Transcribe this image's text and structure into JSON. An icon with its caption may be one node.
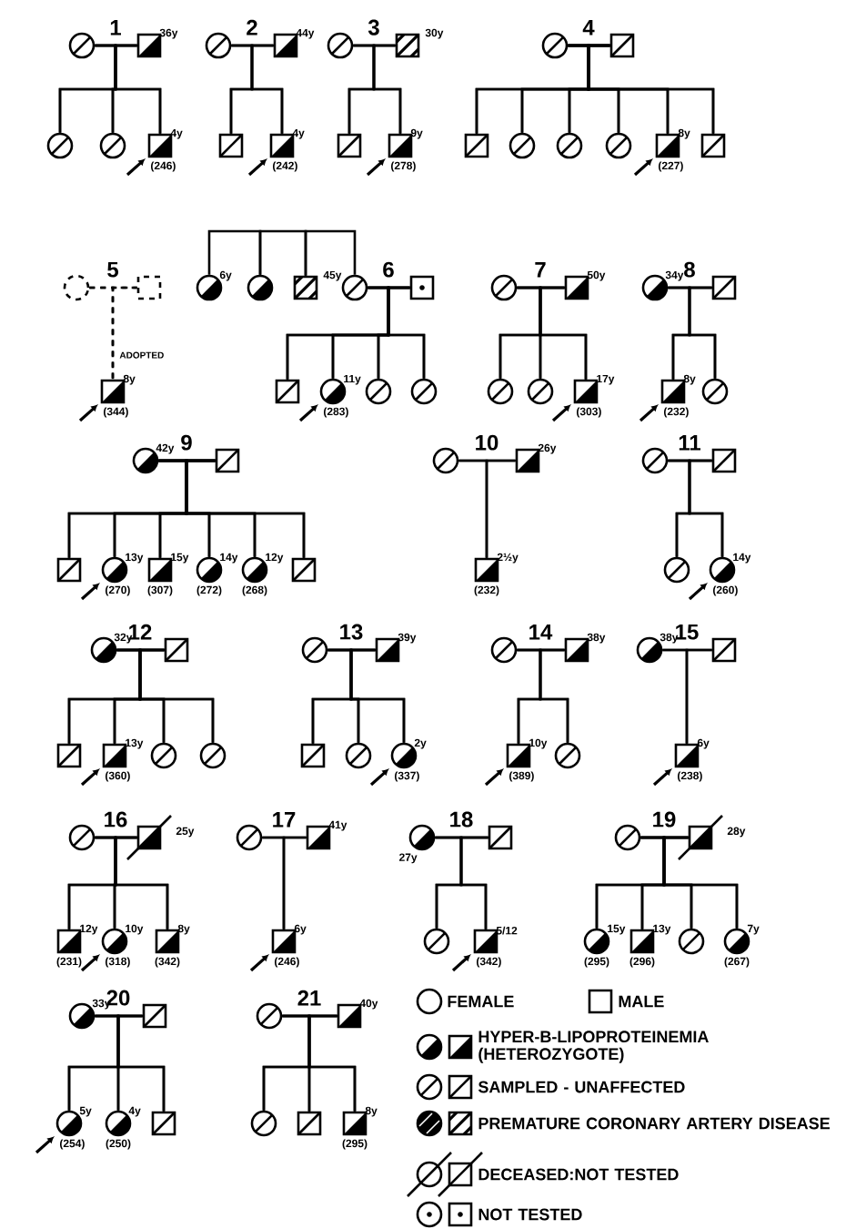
{
  "diagram": {
    "nodes": [
      {
        "text": [],
        "shape": "circle"
      },
      {
        "text": [],
        "shape": "box",
        "beside": [
          "36y"
        ]
      },
      {
        "text": [],
        "shape": "circle"
      },
      {
        "text": [],
        "shape": "circle"
      },
      {
        "text": [],
        "shape": "box",
        "beside": [
          "4y",
          "(246)"
        ]
      },
      {
        "text": [],
        "shape": "circle"
      },
      {
        "text": [],
        "shape": "box",
        "beside": [
          "44y"
        ]
      },
      {
        "text": [],
        "shape": "box"
      },
      {
        "text": [],
        "shape": "box",
        "beside": [
          "4y",
          "(242)"
        ]
      },
      {
        "text": [],
        "shape": "circle"
      },
      {
        "text": [],
        "shape": "box",
        "beside": [
          "30y"
        ]
      },
      {
        "text": [],
        "shape": "box"
      },
      {
        "text": [],
        "shape": "box",
        "beside": [
          "9y",
          "(278)"
        ]
      },
      {
        "text": [],
        "shape": "circle"
      },
      {
        "text": [],
        "shape": "box"
      },
      {
        "text": [],
        "shape": "box"
      },
      {
        "text": [],
        "shape": "circle"
      },
      {
        "text": [],
        "shape": "circle"
      },
      {
        "text": [],
        "shape": "circle"
      },
      {
        "text": [],
        "shape": "box",
        "beside": [
          "8y",
          "(227)"
        ]
      },
      {
        "text": [],
        "shape": "box"
      },
      {
        "text": [],
        "shape": "circle"
      },
      {
        "text": [],
        "shape": "box"
      },
      {
        "text": [],
        "shape": "box",
        "beside": [
          "8y",
          "(344)"
        ]
      },
      {
        "text": [],
        "shape": "circle",
        "beside": [
          "6y"
        ]
      },
      {
        "text": [],
        "shape": "circle"
      },
      {
        "text": [],
        "shape": "box",
        "beside": [
          "45y"
        ]
      },
      {
        "text": [],
        "shape": "circle"
      },
      {
        "text": [],
        "shape": "box"
      },
      {
        "text": [],
        "shape": "box"
      },
      {
        "text": [],
        "shape": "circle",
        "beside": [
          "11y",
          "(283)"
        ]
      },
      {
        "text": [],
        "shape": "circle"
      },
      {
        "text": [],
        "shape": "circle"
      },
      {
        "text": [],
        "shape": "circle"
      },
      {
        "text": [],
        "shape": "box",
        "beside": [
          "50y"
        ]
      },
      {
        "text": [],
        "shape": "circle"
      },
      {
        "text": [],
        "shape": "circle"
      },
      {
        "text": [],
        "shape": "box",
        "beside": [
          "17y",
          "(303)"
        ]
      },
      {
        "text": [],
        "shape": "circle",
        "beside": [
          "34y"
        ]
      },
      {
        "text": [],
        "shape": "box"
      },
      {
        "text": [],
        "shape": "box",
        "beside": [
          "8y",
          "(232)"
        ]
      },
      {
        "text": [],
        "shape": "circle"
      },
      {
        "text": [],
        "shape": "circle",
        "beside": [
          "42y"
        ]
      },
      {
        "text": [],
        "shape": "box"
      },
      {
        "text": [],
        "shape": "box"
      },
      {
        "text": [],
        "shape": "circle",
        "beside": [
          "13y",
          "(270)"
        ]
      },
      {
        "text": [],
        "shape": "box",
        "beside": [
          "15y",
          "(307)"
        ]
      },
      {
        "text": [],
        "shape": "circle",
        "beside": [
          "14y",
          "(272)"
        ]
      },
      {
        "text": [],
        "shape": "circle",
        "beside": [
          "12y",
          "(268)"
        ]
      },
      {
        "text": [],
        "shape": "box"
      },
      {
        "text": [],
        "shape": "circle"
      },
      {
        "text": [],
        "shape": "box",
        "beside": [
          "26y"
        ]
      },
      {
        "text": [],
        "shape": "box",
        "beside": [
          "2½y",
          "(232)"
        ]
      },
      {
        "text": [],
        "shape": "circle"
      },
      {
        "text": [],
        "shape": "box"
      },
      {
        "text": [],
        "shape": "circle"
      },
      {
        "text": [],
        "shape": "circle",
        "beside": [
          "14y",
          "(260)"
        ]
      },
      {
        "text": [],
        "shape": "circle",
        "beside": [
          "32y"
        ]
      },
      {
        "text": [],
        "shape": "box"
      },
      {
        "text": [],
        "shape": "box"
      },
      {
        "text": [],
        "shape": "box",
        "beside": [
          "13y",
          "(360)"
        ]
      },
      {
        "text": [],
        "shape": "circle"
      },
      {
        "text": [],
        "shape": "circle"
      },
      {
        "text": [],
        "shape": "circle"
      },
      {
        "text": [],
        "shape": "box",
        "beside": [
          "39y"
        ]
      },
      {
        "text": [],
        "shape": "box"
      },
      {
        "text": [],
        "shape": "circle"
      },
      {
        "text": [],
        "shape": "circle",
        "beside": [
          "2y",
          "(337)"
        ]
      },
      {
        "text": [],
        "shape": "circle"
      },
      {
        "text": [],
        "shape": "box",
        "beside": [
          "38y"
        ]
      },
      {
        "text": [],
        "shape": "box",
        "beside": [
          "10y",
          "(389)"
        ]
      },
      {
        "text": [],
        "shape": "circle"
      },
      {
        "text": [],
        "shape": "circle",
        "beside": [
          "38y"
        ]
      },
      {
        "text": [],
        "shape": "box"
      },
      {
        "text": [],
        "shape": "box",
        "beside": [
          "6y",
          "(238)"
        ]
      },
      {
        "text": [],
        "shape": "circle"
      },
      {
        "text": [],
        "shape": "box",
        "beside": [
          "25y"
        ]
      },
      {
        "text": [],
        "shape": "box",
        "beside": [
          "12y",
          "(231)"
        ]
      },
      {
        "text": [],
        "shape": "circle",
        "beside": [
          "10y",
          "(318)"
        ]
      },
      {
        "text": [],
        "shape": "box",
        "beside": [
          "8y",
          "(342)"
        ]
      },
      {
        "text": [],
        "shape": "circle"
      },
      {
        "text": [],
        "shape": "box",
        "beside": [
          "41y"
        ]
      },
      {
        "text": [],
        "shape": "box",
        "beside": [
          "6y",
          "(246)"
        ]
      },
      {
        "text": [],
        "shape": "circle",
        "beside": [
          "27y"
        ]
      },
      {
        "text": [],
        "shape": "box"
      },
      {
        "text": [],
        "shape": "circle"
      },
      {
        "text": [],
        "shape": "box",
        "beside": [
          "5/12",
          "(342)"
        ]
      },
      {
        "text": [],
        "shape": "circle"
      },
      {
        "text": [],
        "shape": "box",
        "beside": [
          "28y"
        ]
      },
      {
        "text": [],
        "shape": "circle",
        "beside": [
          "15y",
          "(295)"
        ]
      },
      {
        "text": [],
        "shape": "box",
        "beside": [
          "13y",
          "(296)"
        ]
      },
      {
        "text": [],
        "shape": "circle"
      },
      {
        "text": [],
        "shape": "circle",
        "beside": [
          "7y",
          "(267)"
        ]
      },
      {
        "text": [],
        "shape": "circle",
        "beside": [
          "33y"
        ]
      },
      {
        "text": [],
        "shape": "box"
      },
      {
        "text": [],
        "shape": "circle",
        "beside": [
          "5y",
          "(254)"
        ]
      },
      {
        "text": [],
        "shape": "circle",
        "beside": [
          "4y",
          "(250)"
        ]
      },
      {
        "text": [],
        "shape": "box"
      },
      {
        "text": [],
        "shape": "circle"
      },
      {
        "text": [],
        "shape": "box",
        "beside": [
          "40y"
        ]
      },
      {
        "text": [],
        "shape": "circle"
      },
      {
        "text": [],
        "shape": "box"
      },
      {
        "text": [],
        "shape": "box",
        "beside": [
          "8y",
          "(295)"
        ]
      }
    ],
    "edges": [
      {
        "from": 0,
        "to": 1,
        "arrow": "none"
      },
      {
        "from": 0,
        "to": 2,
        "arrow": "none"
      },
      {
        "from": 1,
        "to": 2,
        "arrow": "none"
      },
      {
        "from": 0,
        "to": 3,
        "arrow": "none"
      },
      {
        "from": 1,
        "to": 3,
        "arrow": "none"
      },
      {
        "from": 0,
        "to": 4,
        "arrow": "none"
      },
      {
        "from": 1,
        "to": 4,
        "arrow": "none"
      },
      {
        "from": 5,
        "to": 6,
        "arrow": "none"
      },
      {
        "from": 5,
        "to": 7,
        "arrow": "none"
      },
      {
        "from": 6,
        "to": 7,
        "arrow": "none"
      },
      {
        "from": 5,
        "to": 8,
        "arrow": "none"
      },
      {
        "from": 6,
        "to": 8,
        "arrow": "none"
      },
      {
        "from": 9,
        "to": 10,
        "arrow": "none"
      },
      {
        "from": 9,
        "to": 11,
        "arrow": "none"
      },
      {
        "from": 10,
        "to": 11,
        "arrow": "none"
      },
      {
        "from": 9,
        "to": 12,
        "arrow": "none"
      },
      {
        "from": 10,
        "to": 12,
        "arrow": "none"
      },
      {
        "from": 13,
        "to": 14,
        "arrow": "none"
      },
      {
        "from": 13,
        "to": 15,
        "arrow": "none"
      },
      {
        "from": 14,
        "to": 15,
        "arrow": "none"
      },
      {
        "from": 13,
        "to": 16,
        "arrow": "none"
      },
      {
        "from": 14,
        "to": 16,
        "arrow": "none"
      },
      {
        "from": 13,
        "to": 17,
        "arrow": "none"
      },
      {
        "from": 14,
        "to": 17,
        "arrow": "none"
      },
      {
        "from": 13,
        "to": 18,
        "arrow": "none"
      },
      {
        "from": 14,
        "to": 18,
        "arrow": "none"
      },
      {
        "from": 13,
        "to": 19,
        "arrow": "none"
      },
      {
        "from": 14,
        "to": 19,
        "arrow": "none"
      },
      {
        "from": 13,
        "to": 20,
        "arrow": "none"
      },
      {
        "from": 14,
        "to": 20,
        "arrow": "none"
      },
      {
        "from": 21,
        "to": 22,
        "arrow": "none",
        "style": "dashed"
      },
      {
        "from": 21,
        "to": 23,
        "arrow": "none",
        "style": "dashed",
        "label": "ADOPTED"
      },
      {
        "from": 22,
        "to": 23,
        "arrow": "none",
        "style": "dashed"
      },
      {
        "from": 24,
        "to": 25,
        "arrow": "none"
      },
      {
        "from": 25,
        "to": 26,
        "arrow": "none"
      },
      {
        "from": 26,
        "to": 27,
        "arrow": "none"
      },
      {
        "from": 27,
        "to": 28,
        "arrow": "none"
      },
      {
        "from": 27,
        "to": 29,
        "arrow": "none"
      },
      {
        "from": 28,
        "to": 29,
        "arrow": "none"
      },
      {
        "from": 27,
        "to": 30,
        "arrow": "none"
      },
      {
        "from": 28,
        "to": 30,
        "arrow": "none"
      },
      {
        "from": 27,
        "to": 31,
        "arrow": "none"
      },
      {
        "from": 28,
        "to": 31,
        "arrow": "none"
      },
      {
        "from": 27,
        "to": 32,
        "arrow": "none"
      },
      {
        "from": 28,
        "to": 32,
        "arrow": "none"
      },
      {
        "from": 33,
        "to": 34,
        "arrow": "none"
      },
      {
        "from": 33,
        "to": 35,
        "arrow": "none"
      },
      {
        "from": 34,
        "to": 35,
        "arrow": "none"
      },
      {
        "from": 33,
        "to": 36,
        "arrow": "none"
      },
      {
        "from": 34,
        "to": 36,
        "arrow": "none"
      },
      {
        "from": 33,
        "to": 37,
        "arrow": "none"
      },
      {
        "from": 34,
        "to": 37,
        "arrow": "none"
      },
      {
        "from": 38,
        "to": 39,
        "arrow": "none"
      },
      {
        "from": 38,
        "to": 40,
        "arrow": "none"
      },
      {
        "from": 39,
        "to": 40,
        "arrow": "none"
      },
      {
        "from": 38,
        "to": 41,
        "arrow": "none"
      },
      {
        "from": 39,
        "to": 41,
        "arrow": "none"
      },
      {
        "from": 42,
        "to": 43,
        "arrow": "none"
      },
      {
        "from": 42,
        "to": 44,
        "arrow": "none"
      },
      {
        "from": 43,
        "to": 44,
        "arrow": "none"
      },
      {
        "from": 42,
        "to": 45,
        "arrow": "none"
      },
      {
        "from": 43,
        "to": 45,
        "arrow": "none"
      },
      {
        "from": 42,
        "to": 46,
        "arrow": "none"
      },
      {
        "from": 43,
        "to": 46,
        "arrow": "none"
      },
      {
        "from": 42,
        "to": 47,
        "arrow": "none"
      },
      {
        "from": 43,
        "to": 47,
        "arrow": "none"
      },
      {
        "from": 42,
        "to": 48,
        "arrow": "none"
      },
      {
        "from": 43,
        "to": 48,
        "arrow": "none"
      },
      {
        "from": 42,
        "to": 49,
        "arrow": "none"
      },
      {
        "from": 43,
        "to": 49,
        "arrow": "none"
      },
      {
        "from": 50,
        "to": 51,
        "arrow": "none"
      },
      {
        "from": 50,
        "to": 52,
        "arrow": "none"
      },
      {
        "from": 51,
        "to": 52,
        "arrow": "none"
      },
      {
        "from": 53,
        "to": 54,
        "arrow": "none"
      },
      {
        "from": 53,
        "to": 55,
        "arrow": "none"
      },
      {
        "from": 54,
        "to": 55,
        "arrow": "none"
      },
      {
        "from": 53,
        "to": 56,
        "arrow": "none"
      },
      {
        "from": 54,
        "to": 56,
        "arrow": "none"
      },
      {
        "from": 57,
        "to": 58,
        "arrow": "none"
      },
      {
        "from": 57,
        "to": 59,
        "arrow": "none"
      },
      {
        "from": 58,
        "to": 59,
        "arrow": "none"
      },
      {
        "from": 57,
        "to": 60,
        "arrow": "none"
      },
      {
        "from": 58,
        "to": 60,
        "arrow": "none"
      },
      {
        "from": 57,
        "to": 61,
        "arrow": "none"
      },
      {
        "from": 58,
        "to": 61,
        "arrow": "none"
      },
      {
        "from": 57,
        "to": 62,
        "arrow": "none"
      },
      {
        "from": 58,
        "to": 62,
        "arrow": "none"
      },
      {
        "from": 63,
        "to": 64,
        "arrow": "none"
      },
      {
        "from": 63,
        "to": 65,
        "arrow": "none"
      },
      {
        "from": 64,
        "to": 65,
        "arrow": "none"
      },
      {
        "from": 63,
        "to": 66,
        "arrow": "none"
      },
      {
        "from": 64,
        "to": 66,
        "arrow": "none"
      },
      {
        "from": 63,
        "to": 67,
        "arrow": "none"
      },
      {
        "from": 64,
        "to": 67,
        "arrow": "none"
      },
      {
        "from": 68,
        "to": 69,
        "arrow": "none"
      },
      {
        "from": 68,
        "to": 70,
        "arrow": "none"
      },
      {
        "from": 69,
        "to": 70,
        "arrow": "none"
      },
      {
        "from": 68,
        "to": 71,
        "arrow": "none"
      },
      {
        "from": 69,
        "to": 71,
        "arrow": "none"
      },
      {
        "from": 72,
        "to": 73,
        "arrow": "none"
      },
      {
        "from": 72,
        "to": 74,
        "arrow": "none"
      },
      {
        "from": 73,
        "to": 74,
        "arrow": "none"
      },
      {
        "from": 75,
        "to": 76,
        "arrow": "none"
      },
      {
        "from": 75,
        "to": 77,
        "arrow": "none"
      },
      {
        "from": 76,
        "to": 77,
        "arrow": "none"
      },
      {
        "from": 75,
        "to": 78,
        "arrow": "none"
      },
      {
        "from": 76,
        "to": 78,
        "arrow": "none"
      },
      {
        "from": 75,
        "to": 79,
        "arrow": "none"
      },
      {
        "from": 76,
        "to": 79,
        "arrow": "none"
      },
      {
        "from": 80,
        "to": 81,
        "arrow": "none"
      },
      {
        "from": 80,
        "to": 82,
        "arrow": "none"
      },
      {
        "from": 81,
        "to": 82,
        "arrow": "none"
      },
      {
        "from": 83,
        "to": 84,
        "arrow": "none"
      },
      {
        "from": 83,
        "to": 85,
        "arrow": "none"
      },
      {
        "from": 84,
        "to": 85,
        "arrow": "none"
      },
      {
        "from": 83,
        "to": 86,
        "arrow": "none"
      },
      {
        "from": 84,
        "to": 86,
        "arrow": "none"
      },
      {
        "from": 87,
        "to": 88,
        "arrow": "none"
      },
      {
        "from": 87,
        "to": 89,
        "arrow": "none"
      },
      {
        "from": 88,
        "to": 89,
        "arrow": "none"
      },
      {
        "from": 87,
        "to": 90,
        "arrow": "none"
      },
      {
        "from": 88,
        "to": 90,
        "arrow": "none"
      },
      {
        "from": 87,
        "to": 91,
        "arrow": "none"
      },
      {
        "from": 88,
        "to": 91,
        "arrow": "none"
      },
      {
        "from": 87,
        "to": 92,
        "arrow": "none"
      },
      {
        "from": 88,
        "to": 92,
        "arrow": "none"
      },
      {
        "from": 93,
        "to": 94,
        "arrow": "none"
      },
      {
        "from": 93,
        "to": 95,
        "arrow": "none"
      },
      {
        "from": 94,
        "to": 95,
        "arrow": "none"
      },
      {
        "from": 93,
        "to": 96,
        "arrow": "none"
      },
      {
        "from": 94,
        "to": 96,
        "arrow": "none"
      },
      {
        "from": 93,
        "to": 97,
        "arrow": "none"
      },
      {
        "from": 94,
        "to": 97,
        "arrow": "none"
      },
      {
        "from": 98,
        "to": 99,
        "arrow": "none"
      },
      {
        "from": 98,
        "to": 100,
        "arrow": "none"
      },
      {
        "from": 99,
        "to": 100,
        "arrow": "none"
      },
      {
        "from": 98,
        "to": 101,
        "arrow": "none"
      },
      {
        "from": 99,
        "to": 101,
        "arrow": "none"
      },
      {
        "from": 98,
        "to": 102,
        "arrow": "none"
      },
      {
        "from": 99,
        "to": 102,
        "arrow": "none"
      }
    ],
    "labels": [
      "1",
      "2",
      "3",
      "4",
      "5",
      "6",
      "7",
      "8",
      "9",
      "10",
      "11",
      "12",
      "13",
      "14",
      "15",
      "16",
      "17",
      "18",
      "19",
      "20",
      "21"
    ],
    "legend": [
      {
        "text": "FEMALE"
      },
      {
        "text": "MALE"
      },
      {
        "text": "HYPER-B-LIPOPROTEINEMIA (HETEROZYGOTE)"
      },
      {
        "text": "SAMPLED - UNAFFECTED"
      },
      {
        "text": "PREMATURE CORONARY ARTERY DISEASE"
      },
      {
        "text": "DECEASED:NOT TESTED"
      },
      {
        "text": "NOT TESTED"
      }
    ]
  }
}
